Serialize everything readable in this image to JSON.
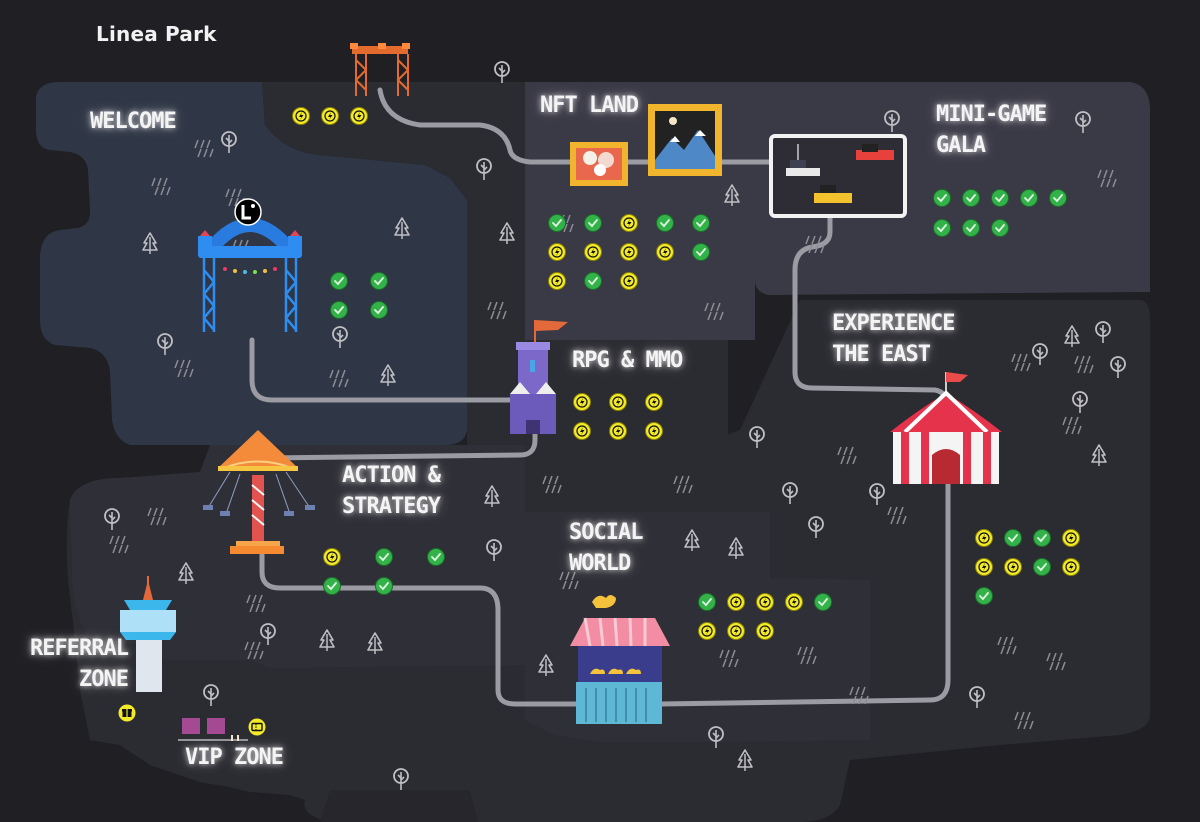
{
  "app": {
    "title": "Linea Park"
  },
  "zones": [
    {
      "id": "welcome",
      "line1": "WELCOME",
      "line2": ""
    },
    {
      "id": "nft-land",
      "line1": "NFT LAND",
      "line2": ""
    },
    {
      "id": "mini-game-gala",
      "line1": "MINI-GAME",
      "line2": "GALA"
    },
    {
      "id": "experience-the-east",
      "line1": "EXPERIENCE",
      "line2": "THE EAST"
    },
    {
      "id": "rpg-mmo",
      "line1": "RPG & MMO",
      "line2": ""
    },
    {
      "id": "action-strategy",
      "line1": "ACTION &",
      "line2": "STRATEGY"
    },
    {
      "id": "social-world",
      "line1": "SOCIAL",
      "line2": "WORLD"
    },
    {
      "id": "referral-zone",
      "line1": "REFERRAL",
      "line2": "ZONE"
    },
    {
      "id": "vip-zone",
      "line1": "VIP ZONE",
      "line2": ""
    }
  ],
  "badge_groups": [
    {
      "zone": "welcome-top",
      "badges": [
        "quest",
        "quest",
        "quest"
      ]
    },
    {
      "zone": "nft-land",
      "badges": [
        "done",
        "done",
        "quest",
        "done",
        "done",
        "quest",
        "quest",
        "quest",
        "quest",
        "done",
        "quest",
        "done",
        "quest"
      ]
    },
    {
      "zone": "welcome",
      "badges": [
        "done",
        "done",
        "done",
        "done"
      ]
    },
    {
      "zone": "mini-game-gala",
      "badges": [
        "done",
        "done",
        "done",
        "done",
        "done",
        "done",
        "done",
        "done"
      ]
    },
    {
      "zone": "rpg-mmo",
      "badges": [
        "quest",
        "quest",
        "quest",
        "quest",
        "quest",
        "quest"
      ]
    },
    {
      "zone": "action-strategy",
      "badges": [
        "quest",
        "done",
        "done",
        "done",
        "done"
      ]
    },
    {
      "zone": "social-world",
      "badges": [
        "done",
        "quest",
        "quest",
        "quest",
        "done",
        "quest",
        "quest",
        "quest"
      ]
    },
    {
      "zone": "experience-the-east",
      "badges": [
        "quest",
        "done",
        "done",
        "quest",
        "quest",
        "quest",
        "done",
        "quest",
        "done"
      ]
    },
    {
      "zone": "referral-zone",
      "badges": [
        "gift"
      ]
    },
    {
      "zone": "vip-zone",
      "badges": [
        "ticket"
      ]
    }
  ],
  "colors": {
    "background": "#1f1f24",
    "land": "#2b2b32",
    "land_blue": "#2f3645",
    "land_purple": "#3a3946",
    "path": "#9b9ba3",
    "badge_quest": "#f3ea29",
    "badge_done": "#34b24a",
    "label_glow": "#ffffff"
  }
}
